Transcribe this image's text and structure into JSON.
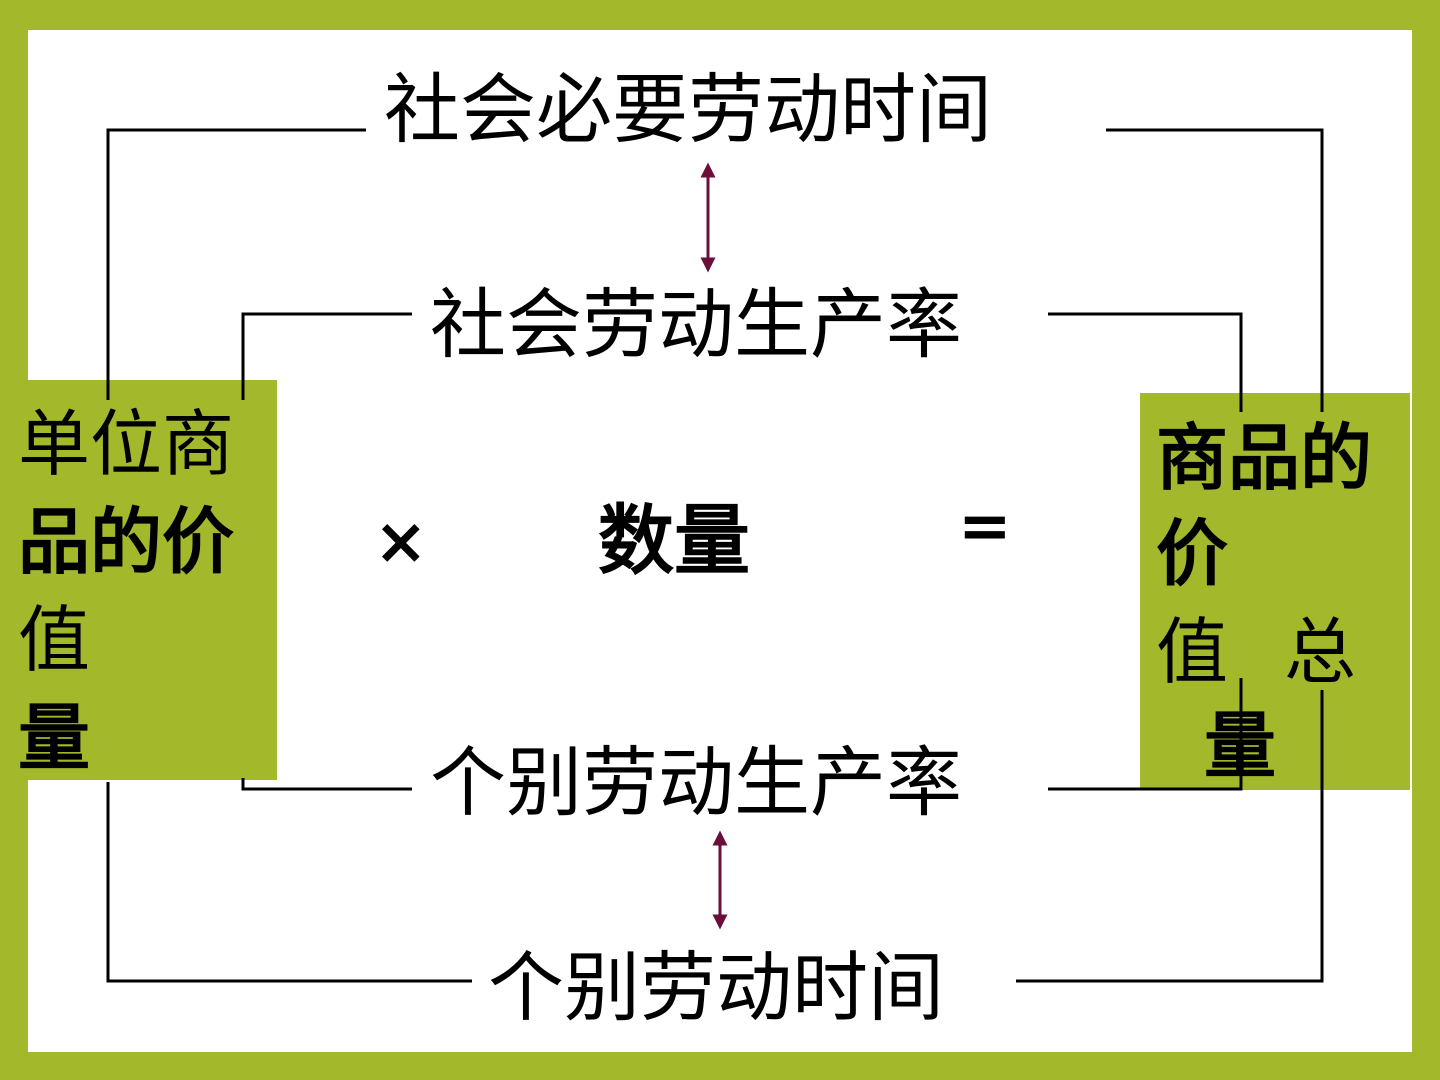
{
  "colors": {
    "frame": "#a4b82c",
    "panel": "#ffffff",
    "arrow": "#6b0f3a",
    "line": "#000000"
  },
  "labels": {
    "social_necessary_time": "社会必要劳动时间",
    "social_productivity": "社会劳动生产率",
    "individual_productivity": "个别劳动生产率",
    "individual_time": "个别劳动时间",
    "quantity": "数量",
    "times": "×",
    "equals": "="
  },
  "left_box": {
    "line1": "单位商",
    "line2": "品的价",
    "line3": "值",
    "line4": "量"
  },
  "right_box": {
    "line1": "商品的",
    "line2": "价",
    "line3a": "值",
    "line3b": "总",
    "line4": "量"
  }
}
